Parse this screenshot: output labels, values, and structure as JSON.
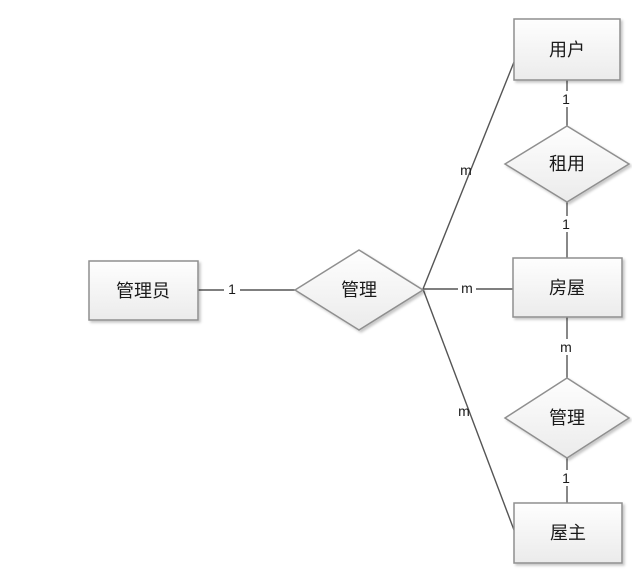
{
  "diagram": {
    "type": "er-diagram",
    "background": "#ffffff",
    "entities": {
      "admin": {
        "label": "管理员"
      },
      "user": {
        "label": "用户"
      },
      "house": {
        "label": "房屋"
      },
      "owner": {
        "label": "屋主"
      }
    },
    "relationships": {
      "manage_center": {
        "label": "管理"
      },
      "rent": {
        "label": "租用"
      },
      "manage_lower": {
        "label": "管理"
      }
    },
    "cardinalities": {
      "admin_to_manage": "1",
      "manage_to_user": "m",
      "manage_to_house": "m",
      "manage_to_owner": "m",
      "user_to_rent": "1",
      "rent_to_house": "1",
      "house_to_manage_lower": "m",
      "manage_lower_to_owner": "1"
    },
    "colors": {
      "shape_border": "#8f8f8f",
      "shape_fill_top": "#fefefe",
      "shape_fill_bottom": "#ebebeb",
      "connector": "#555555",
      "text": "#1a1a1a"
    }
  }
}
